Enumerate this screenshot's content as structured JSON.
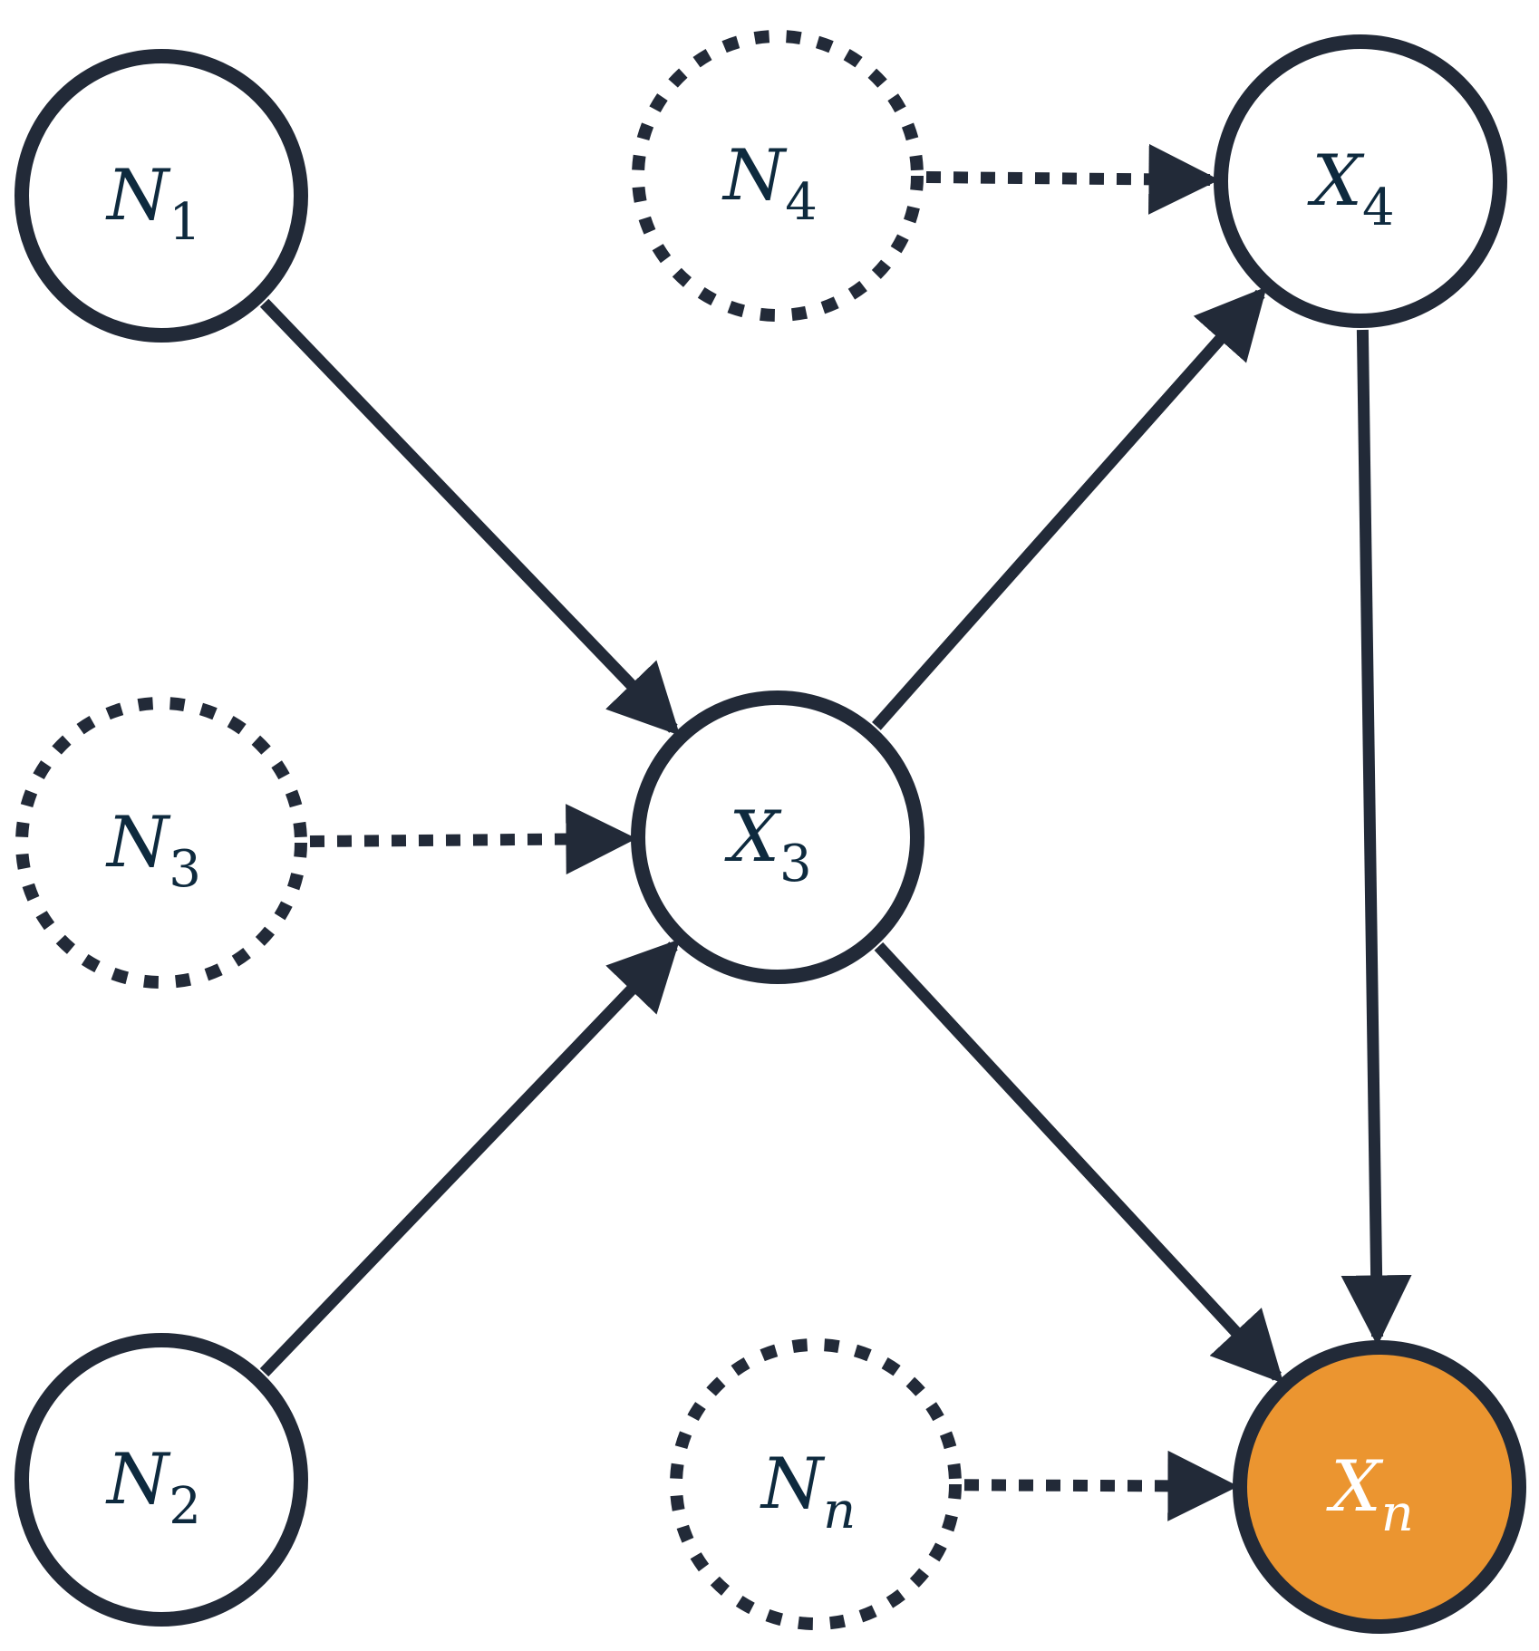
{
  "colors": {
    "stroke": "#222a38",
    "label": "#0e2a3e",
    "highlight_fill": "#eb9530",
    "highlight_label": "#ffffff",
    "background": "#ffffff"
  },
  "nodes": [
    {
      "id": "N1",
      "base": "N",
      "sub": "1",
      "style": "solid",
      "highlight": false
    },
    {
      "id": "N4",
      "base": "N",
      "sub": "4",
      "style": "dotted",
      "highlight": false
    },
    {
      "id": "X4",
      "base": "X",
      "sub": "4",
      "style": "solid",
      "highlight": false
    },
    {
      "id": "N3",
      "base": "N",
      "sub": "3",
      "style": "dotted",
      "highlight": false
    },
    {
      "id": "X3",
      "base": "X",
      "sub": "3",
      "style": "solid",
      "highlight": false
    },
    {
      "id": "N2",
      "base": "N",
      "sub": "2",
      "style": "solid",
      "highlight": false
    },
    {
      "id": "Nn",
      "base": "N",
      "sub": "n",
      "style": "dotted",
      "highlight": false
    },
    {
      "id": "Xn",
      "base": "X",
      "sub": "n",
      "style": "solid",
      "highlight": true
    }
  ],
  "edges": [
    {
      "from": "N1",
      "to": "X3",
      "style": "solid"
    },
    {
      "from": "N2",
      "to": "X3",
      "style": "solid"
    },
    {
      "from": "N3",
      "to": "X3",
      "style": "dotted"
    },
    {
      "from": "X3",
      "to": "X4",
      "style": "solid"
    },
    {
      "from": "N4",
      "to": "X4",
      "style": "dotted"
    },
    {
      "from": "X4",
      "to": "Xn",
      "style": "solid"
    },
    {
      "from": "X3",
      "to": "Xn",
      "style": "solid"
    },
    {
      "from": "Nn",
      "to": "Xn",
      "style": "dotted"
    }
  ]
}
